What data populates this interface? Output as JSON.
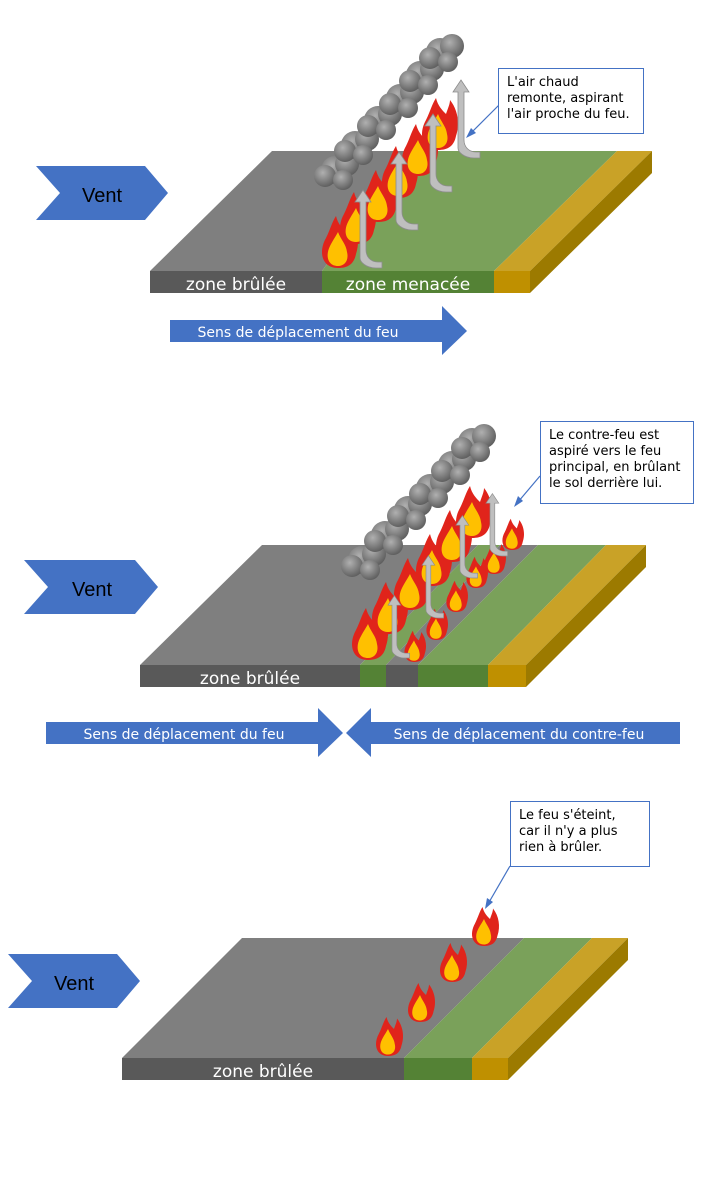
{
  "colors": {
    "wind_arrow": "#4472c4",
    "burned": "#7f7f7f",
    "burned_side": "#595959",
    "threatened": "#7aa15a",
    "threatened_side": "#548235",
    "fuel": "#c9a227",
    "fuel_side": "#bf9000",
    "flame_outer": "#e0241b",
    "flame_inner": "#ffc000",
    "smoke": "#808080",
    "updraft": "#bfbfbf"
  },
  "icons": [
    "flame-icon",
    "smoke-icon",
    "updraft-arrow-icon"
  ],
  "panel1": {
    "wind_label": "Vent",
    "callout": "L'air chaud\nremonte, aspirant\nl'air proche du feu.",
    "zone_burned": "zone brûlée",
    "zone_threatened": "zone menacée",
    "direction_fire": "Sens de déplacement du feu"
  },
  "panel2": {
    "wind_label": "Vent",
    "callout": "Le contre-feu est\naspiré vers le feu\nprincipal, en brûlant\nle sol derrière lui.",
    "zone_burned": "zone brûlée",
    "direction_fire": "Sens de déplacement du feu",
    "direction_counterfire": "Sens de déplacement du contre-feu"
  },
  "panel3": {
    "wind_label": "Vent",
    "callout": "Le feu s'éteint,\ncar il n'y a plus\nrien à brûler.",
    "zone_burned": "zone brûlée"
  }
}
